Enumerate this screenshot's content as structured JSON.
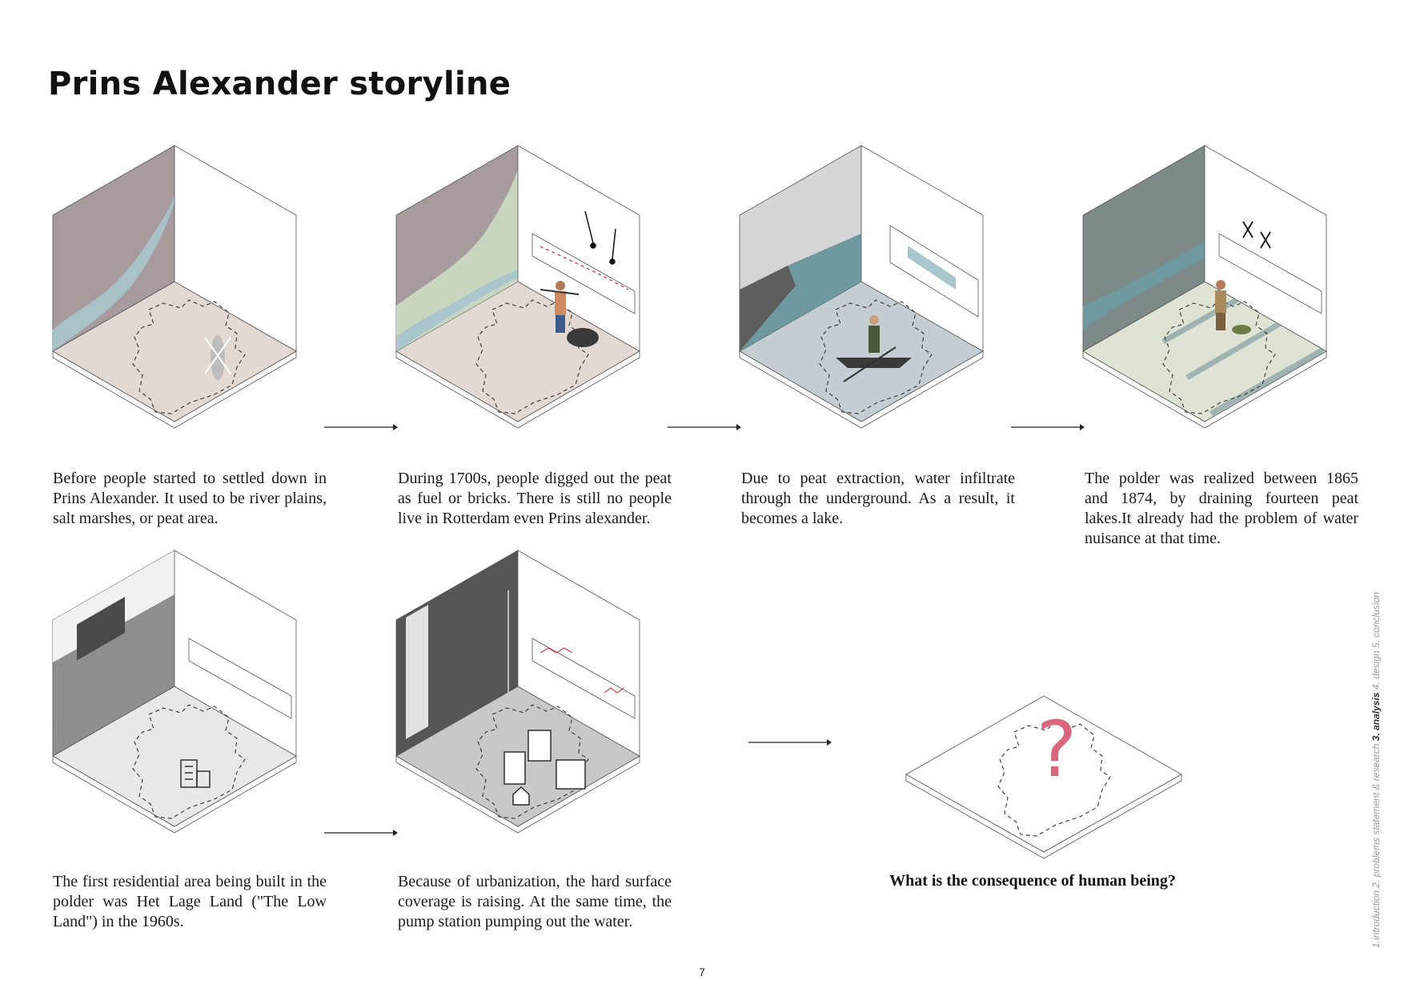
{
  "page": {
    "title": "Prins Alexander storyline",
    "page_number": "7",
    "question": "What is the consequence of human being?",
    "question_mark": "?"
  },
  "nav": {
    "before": "1.introduction 2. problems statement & research ",
    "active": "3. analysis",
    "after": " 4. design 5. conclusion"
  },
  "stages": [
    {
      "caption": "Before people started to settled down in Prins Alexander. It used to be river plains, salt marshes, or peat area.",
      "floor": "#e1d9d2",
      "wall": "#a79b9e"
    },
    {
      "caption": "During 1700s, people digged out the peat as fuel or bricks. There is still no people live in Rotterdam even Prins alexander.",
      "floor": "#e1d9d2",
      "wall": "#a79b9e"
    },
    {
      "caption": "Due to peat extraction, water infiltrate through the  underground. As a result, it becomes a lake.",
      "floor": "#c3cdd2",
      "wall": "#9aa4a8"
    },
    {
      "caption": "The polder was realized between 1865 and 1874, by draining fourteen peat lakes.It already had the problem of water nuisance at that time.",
      "floor": "#dfe3d3",
      "wall": "#7d8a87"
    },
    {
      "caption": "The first residential area being built in the polder was Het Lage Land (\"The Low Land\") in the 1960s.",
      "floor": "#e8e8e8",
      "wall": "#8f8f8f"
    },
    {
      "caption": "Because of urbanization, the hard surface  coverage is raising. At the same time, the pump station pumping out the water.",
      "floor": "#c8c8c8",
      "wall": "#555555"
    }
  ],
  "colors": {
    "question_mark": "#d9687f",
    "water": "#a9c6cc",
    "marsh": "#c9d6bf",
    "polder_strip": "#9fb4b2",
    "text": "#1a1a1a"
  }
}
